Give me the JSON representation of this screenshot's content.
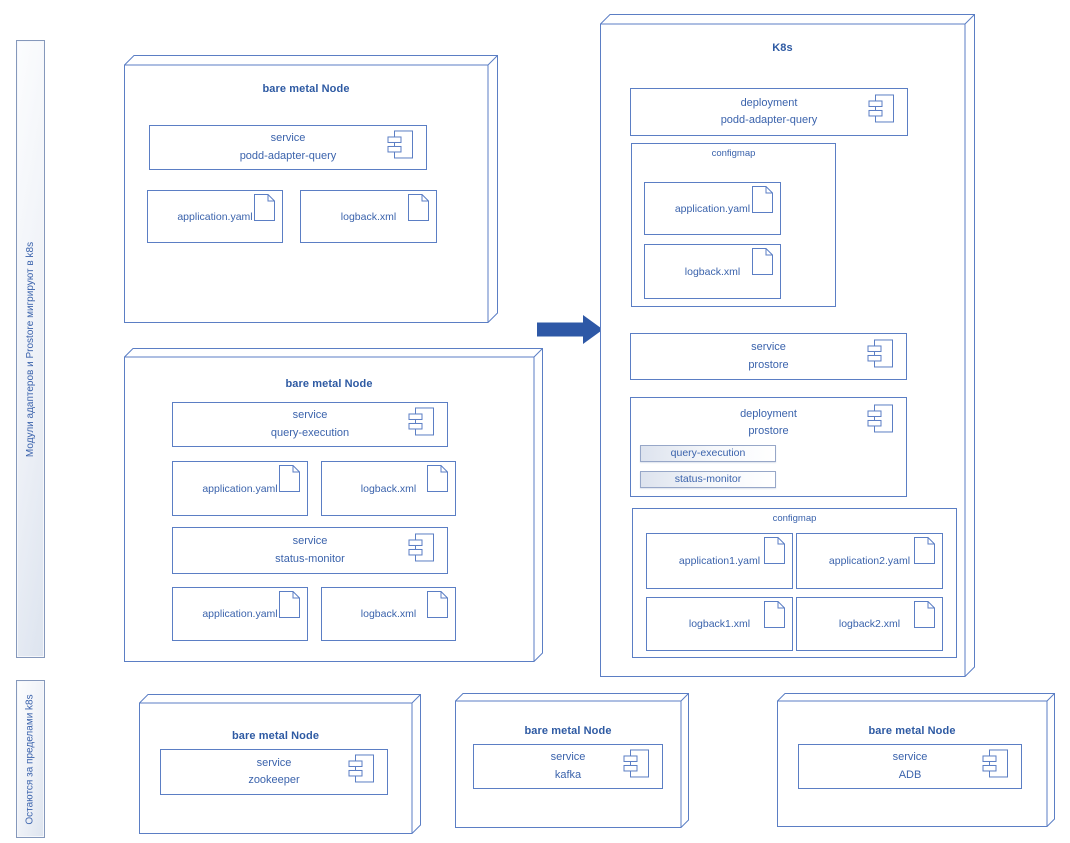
{
  "palette": {
    "line": "#5b7ec4",
    "text": "#3b63ac",
    "title": "#2e5aa3",
    "arrow": "#2e58a6"
  },
  "sidebar": {
    "migrate_label": "Модули адаптеров и Prostore мигрируют в k8s",
    "stay_label": "Остаются за пределами k8s"
  },
  "icons": {
    "component": "uml-component",
    "document": "document-file"
  },
  "arrow": {
    "direction": "right",
    "meaning": "migration-to-k8s"
  },
  "nodes": {
    "podd": {
      "title": "bare metal Node",
      "service_kind": "service",
      "service_name": "podd-adapter-query",
      "file1": "application.yaml",
      "file2": "logback.xml"
    },
    "query": {
      "title": "bare metal Node",
      "service1_kind": "service",
      "service1_name": "query-execution",
      "file1": "application.yaml",
      "file2": "logback.xml",
      "service2_kind": "service",
      "service2_name": "status-monitor",
      "file3": "application.yaml",
      "file4": "logback.xml"
    },
    "zookeeper": {
      "title": "bare metal Node",
      "service_kind": "service",
      "service_name": "zookeeper"
    },
    "kafka": {
      "title": "bare metal Node",
      "service_kind": "service",
      "service_name": "kafka"
    },
    "adb": {
      "title": "bare metal Node",
      "service_kind": "service",
      "service_name": "ADB"
    }
  },
  "k8s": {
    "title": "K8s",
    "deployment1": {
      "kind": "deployment",
      "name": "podd-adapter-query"
    },
    "configmap1": {
      "label": "configmap",
      "file1": "application.yaml",
      "file2": "logback.xml"
    },
    "service": {
      "kind": "service",
      "name": "prostore"
    },
    "deployment2": {
      "kind": "deployment",
      "name": "prostore",
      "chip1": "query-execution",
      "chip2": "status-monitor"
    },
    "configmap2": {
      "label": "configmap",
      "file1": "application1.yaml",
      "file2": "application2.yaml",
      "file3": "logback1.xml",
      "file4": "logback2.xml"
    }
  }
}
